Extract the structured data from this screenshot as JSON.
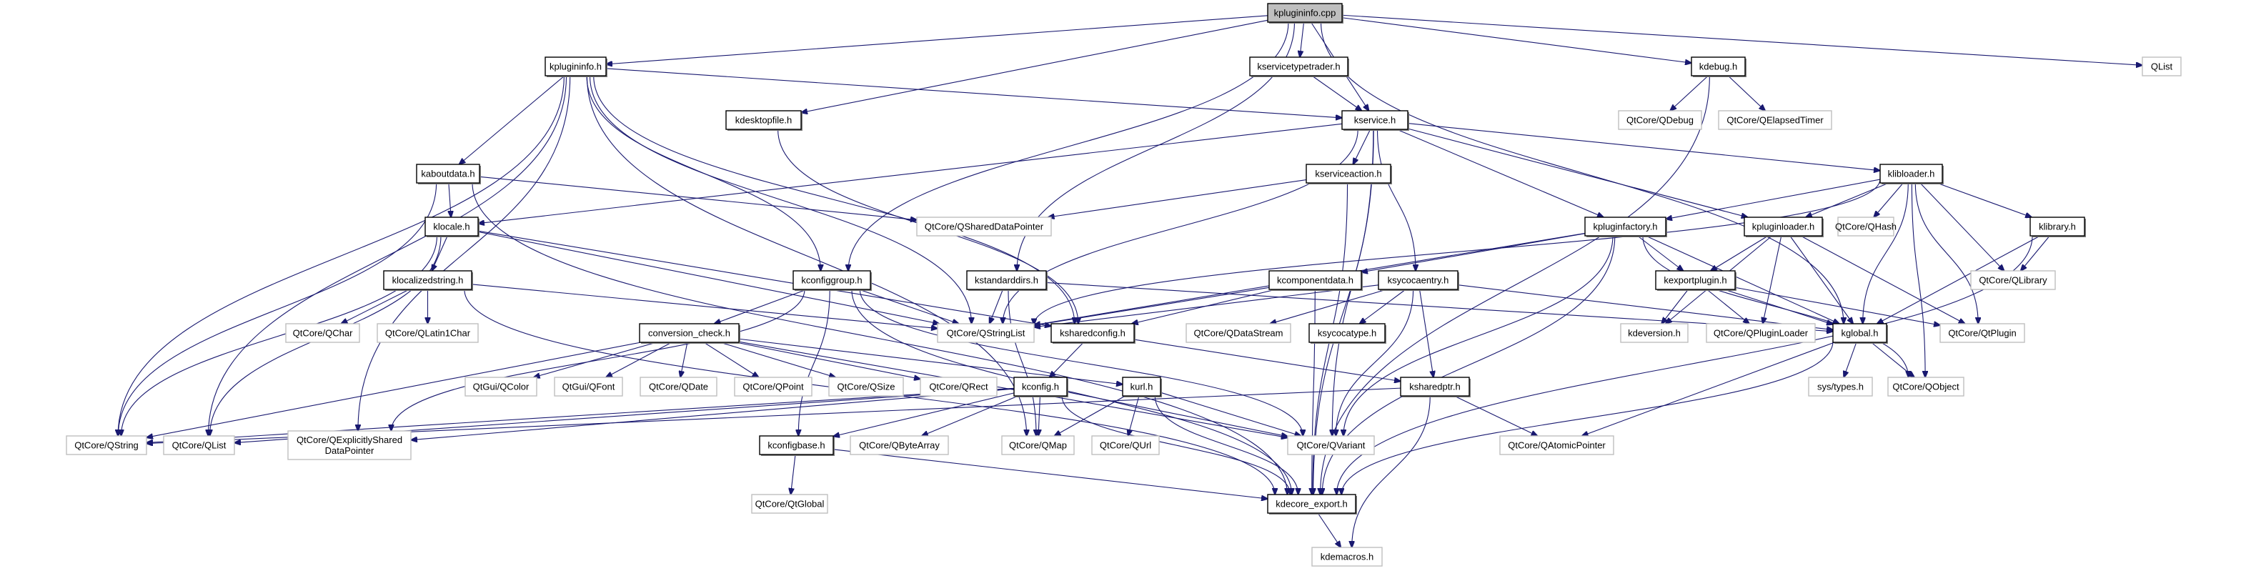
{
  "title": "kplugininfo.cpp include dependency graph",
  "colors": {
    "edge": "#191970",
    "root_fill": "#bfbfbf",
    "external_border": "#bfbfbf",
    "local_border": "#000000"
  },
  "nodes": [
    {
      "id": "kplugininfo_cpp",
      "label": "kplugininfo.cpp",
      "kind": "root",
      "row": 0
    },
    {
      "id": "kplugininfo_h",
      "label": "kplugininfo.h",
      "kind": "local",
      "row": 1
    },
    {
      "id": "kservicetypetrader_h",
      "label": "kservicetypetrader.h",
      "kind": "local",
      "row": 1
    },
    {
      "id": "kdebug_h",
      "label": "kdebug.h",
      "kind": "local",
      "row": 1
    },
    {
      "id": "QList_top",
      "label": "QList",
      "kind": "external",
      "row": 1
    },
    {
      "id": "kdesktopfile_h",
      "label": "kdesktopfile.h",
      "kind": "local",
      "row": 2
    },
    {
      "id": "kservice_h",
      "label": "kservice.h",
      "kind": "local",
      "row": 2
    },
    {
      "id": "QDebug",
      "label": "QtCore/QDebug",
      "kind": "external",
      "row": 2
    },
    {
      "id": "QElapsedTimer",
      "label": "QtCore/QElapsedTimer",
      "kind": "external",
      "row": 2
    },
    {
      "id": "kaboutdata_h",
      "label": "kaboutdata.h",
      "kind": "local",
      "row": 3
    },
    {
      "id": "kserviceaction_h",
      "label": "kserviceaction.h",
      "kind": "local",
      "row": 3
    },
    {
      "id": "klibloader_h",
      "label": "klibloader.h",
      "kind": "local",
      "row": 3
    },
    {
      "id": "klocale_h",
      "label": "klocale.h",
      "kind": "local",
      "row": 4
    },
    {
      "id": "QSharedDataPointer",
      "label": "QtCore/QSharedDataPointer",
      "kind": "external",
      "row": 4
    },
    {
      "id": "kpluginfactory_h",
      "label": "kpluginfactory.h",
      "kind": "local",
      "row": 4
    },
    {
      "id": "kpluginloader_h",
      "label": "kpluginloader.h",
      "kind": "local",
      "row": 4
    },
    {
      "id": "QHash",
      "label": "QtCore/QHash",
      "kind": "external",
      "row": 4
    },
    {
      "id": "klibrary_h",
      "label": "klibrary.h",
      "kind": "local",
      "row": 4
    },
    {
      "id": "klocalizedstring_h",
      "label": "klocalizedstring.h",
      "kind": "local",
      "row": 5
    },
    {
      "id": "kconfiggroup_h",
      "label": "kconfiggroup.h",
      "kind": "local",
      "row": 5
    },
    {
      "id": "kstandarddirs_h",
      "label": "kstandarddirs.h",
      "kind": "local",
      "row": 5
    },
    {
      "id": "kcomponentdata_h",
      "label": "kcomponentdata.h",
      "kind": "local",
      "row": 5
    },
    {
      "id": "ksycocaentry_h",
      "label": "ksycocaentry.h",
      "kind": "local",
      "row": 5
    },
    {
      "id": "kexportplugin_h",
      "label": "kexportplugin.h",
      "kind": "local",
      "row": 5
    },
    {
      "id": "QLibrary",
      "label": "QtCore/QLibrary",
      "kind": "external",
      "row": 5
    },
    {
      "id": "QChar",
      "label": "QtCore/QChar",
      "kind": "external",
      "row": 6
    },
    {
      "id": "QLatin1Char",
      "label": "QtCore/QLatin1Char",
      "kind": "external",
      "row": 6
    },
    {
      "id": "conversion_check_h",
      "label": "conversion_check.h",
      "kind": "local",
      "row": 6
    },
    {
      "id": "QStringList",
      "label": "QtCore/QStringList",
      "kind": "external",
      "row": 6
    },
    {
      "id": "ksharedconfig_h",
      "label": "ksharedconfig.h",
      "kind": "local",
      "row": 6
    },
    {
      "id": "QDataStream",
      "label": "QtCore/QDataStream",
      "kind": "external",
      "row": 6
    },
    {
      "id": "ksycocatype_h",
      "label": "ksycocatype.h",
      "kind": "local",
      "row": 6
    },
    {
      "id": "kdeversion_h",
      "label": "kdeversion.h",
      "kind": "external",
      "row": 6
    },
    {
      "id": "QPluginLoader",
      "label": "QtCore/QPluginLoader",
      "kind": "external",
      "row": 6
    },
    {
      "id": "kglobal_h",
      "label": "kglobal.h",
      "kind": "local",
      "row": 6
    },
    {
      "id": "QtPlugin",
      "label": "QtCore/QtPlugin",
      "kind": "external",
      "row": 6
    },
    {
      "id": "QColor",
      "label": "QtGui/QColor",
      "kind": "external",
      "row": 7
    },
    {
      "id": "QFont",
      "label": "QtGui/QFont",
      "kind": "external",
      "row": 7
    },
    {
      "id": "QDate",
      "label": "QtCore/QDate",
      "kind": "external",
      "row": 7
    },
    {
      "id": "QPoint",
      "label": "QtCore/QPoint",
      "kind": "external",
      "row": 7
    },
    {
      "id": "QSize",
      "label": "QtCore/QSize",
      "kind": "external",
      "row": 7
    },
    {
      "id": "QRect",
      "label": "QtCore/QRect",
      "kind": "external",
      "row": 7
    },
    {
      "id": "kconfig_h",
      "label": "kconfig.h",
      "kind": "local",
      "row": 7
    },
    {
      "id": "kurl_h",
      "label": "kurl.h",
      "kind": "local",
      "row": 7
    },
    {
      "id": "ksharedptr_h",
      "label": "ksharedptr.h",
      "kind": "local",
      "row": 7
    },
    {
      "id": "sys_types_h",
      "label": "sys/types.h",
      "kind": "external",
      "row": 7
    },
    {
      "id": "QObject",
      "label": "QtCore/QObject",
      "kind": "external",
      "row": 7
    },
    {
      "id": "QString",
      "label": "QtCore/QString",
      "kind": "external",
      "row": 8
    },
    {
      "id": "QList",
      "label": "QtCore/QList",
      "kind": "external",
      "row": 8
    },
    {
      "id": "QExplicitlySharedDataPointer",
      "label": "QtCore/QExplicitlyShared\nDataPointer",
      "kind": "external",
      "row": 8
    },
    {
      "id": "kconfigbase_h",
      "label": "kconfigbase.h",
      "kind": "local",
      "row": 8
    },
    {
      "id": "QByteArray",
      "label": "QtCore/QByteArray",
      "kind": "external",
      "row": 8
    },
    {
      "id": "QMap",
      "label": "QtCore/QMap",
      "kind": "external",
      "row": 8
    },
    {
      "id": "QUrl",
      "label": "QtCore/QUrl",
      "kind": "external",
      "row": 8
    },
    {
      "id": "QVariant",
      "label": "QtCore/QVariant",
      "kind": "external",
      "row": 8
    },
    {
      "id": "QAtomicPointer",
      "label": "QtCore/QAtomicPointer",
      "kind": "external",
      "row": 8
    },
    {
      "id": "QtGlobal",
      "label": "QtCore/QtGlobal",
      "kind": "external",
      "row": 9
    },
    {
      "id": "kdecore_export_h",
      "label": "kdecore_export.h",
      "kind": "local",
      "row": 9
    },
    {
      "id": "kdemacros_h",
      "label": "kdemacros.h",
      "kind": "external",
      "row": 10
    }
  ],
  "edges": [
    [
      "kplugininfo_cpp",
      "kplugininfo_h"
    ],
    [
      "kplugininfo_cpp",
      "kservicetypetrader_h"
    ],
    [
      "kplugininfo_cpp",
      "kdebug_h"
    ],
    [
      "kplugininfo_cpp",
      "QList_top"
    ],
    [
      "kplugininfo_cpp",
      "kdesktopfile_h"
    ],
    [
      "kplugininfo_cpp",
      "kservice_h"
    ],
    [
      "kplugininfo_cpp",
      "kconfiggroup_h"
    ],
    [
      "kplugininfo_cpp",
      "kstandarddirs_h"
    ],
    [
      "kplugininfo_cpp",
      "kglobal_h"
    ],
    [
      "kplugininfo_h",
      "kaboutdata_h"
    ],
    [
      "kplugininfo_h",
      "kservice_h"
    ],
    [
      "kplugininfo_h",
      "kconfiggroup_h"
    ],
    [
      "kplugininfo_h",
      "QStringList"
    ],
    [
      "kplugininfo_h",
      "QString"
    ],
    [
      "kplugininfo_h",
      "QList"
    ],
    [
      "kplugininfo_h",
      "QExplicitlySharedDataPointer"
    ],
    [
      "kplugininfo_h",
      "QMap"
    ],
    [
      "kplugininfo_h",
      "ksharedconfig_h"
    ],
    [
      "kservicetypetrader_h",
      "kservice_h"
    ],
    [
      "kdebug_h",
      "QDebug"
    ],
    [
      "kdebug_h",
      "QElapsedTimer"
    ],
    [
      "kdebug_h",
      "kdecore_export_h"
    ],
    [
      "kdesktopfile_h",
      "ksharedconfig_h"
    ],
    [
      "kservice_h",
      "kserviceaction_h"
    ],
    [
      "kservice_h",
      "klibloader_h"
    ],
    [
      "kservice_h",
      "kpluginfactory_h"
    ],
    [
      "kservice_h",
      "kpluginloader_h"
    ],
    [
      "kservice_h",
      "ksycocaentry_h"
    ],
    [
      "kservice_h",
      "klocale_h"
    ],
    [
      "kservice_h",
      "QStringList"
    ],
    [
      "kservice_h",
      "QVariant"
    ],
    [
      "kservice_h",
      "kdecore_export_h"
    ],
    [
      "kaboutdata_h",
      "klocale_h"
    ],
    [
      "kaboutdata_h",
      "QSharedDataPointer"
    ],
    [
      "kaboutdata_h",
      "QString"
    ],
    [
      "kaboutdata_h",
      "kdecore_export_h"
    ],
    [
      "kserviceaction_h",
      "QSharedDataPointer"
    ],
    [
      "kserviceaction_h",
      "kdecore_export_h"
    ],
    [
      "klibloader_h",
      "kpluginfactory_h"
    ],
    [
      "klibloader_h",
      "kpluginloader_h"
    ],
    [
      "klibloader_h",
      "QHash"
    ],
    [
      "klibloader_h",
      "klibrary_h"
    ],
    [
      "klibloader_h",
      "QLibrary"
    ],
    [
      "klibloader_h",
      "kglobal_h"
    ],
    [
      "klibloader_h",
      "QtPlugin"
    ],
    [
      "klibloader_h",
      "QObject"
    ],
    [
      "klibloader_h",
      "QStringList"
    ],
    [
      "klocale_h",
      "klocalizedstring_h"
    ],
    [
      "klocale_h",
      "QString"
    ],
    [
      "klocale_h",
      "QList"
    ],
    [
      "klocale_h",
      "ksharedconfig_h"
    ],
    [
      "klocale_h",
      "QStringList"
    ],
    [
      "kpluginfactory_h",
      "kcomponentdata_h"
    ],
    [
      "kpluginfactory_h",
      "kexportplugin_h"
    ],
    [
      "kpluginfactory_h",
      "kglobal_h"
    ],
    [
      "kpluginfactory_h",
      "QStringList"
    ],
    [
      "kpluginfactory_h",
      "QVariant"
    ],
    [
      "kpluginfactory_h",
      "QObject"
    ],
    [
      "kpluginfactory_h",
      "kdecore_export_h"
    ],
    [
      "kpluginloader_h",
      "kexportplugin_h"
    ],
    [
      "kpluginloader_h",
      "kglobal_h"
    ],
    [
      "kpluginloader_h",
      "QPluginLoader"
    ],
    [
      "kpluginloader_h",
      "QtPlugin"
    ],
    [
      "kpluginloader_h",
      "kdeversion_h"
    ],
    [
      "klibrary_h",
      "QLibrary"
    ],
    [
      "klibrary_h",
      "kglobal_h"
    ],
    [
      "klibrary_h",
      "kdecore_export_h"
    ],
    [
      "klocalizedstring_h",
      "QChar"
    ],
    [
      "klocalizedstring_h",
      "QLatin1Char"
    ],
    [
      "klocalizedstring_h",
      "QStringList"
    ],
    [
      "klocalizedstring_h",
      "kdecore_export_h"
    ],
    [
      "kconfiggroup_h",
      "conversion_check_h"
    ],
    [
      "kconfiggroup_h",
      "QStringList"
    ],
    [
      "kconfiggroup_h",
      "kconfigbase_h"
    ],
    [
      "kconfiggroup_h",
      "QExplicitlySharedDataPointer"
    ],
    [
      "kconfiggroup_h",
      "QVariant"
    ],
    [
      "kconfiggroup_h",
      "kdecore_export_h"
    ],
    [
      "kstandarddirs_h",
      "QStringList"
    ],
    [
      "kstandarddirs_h",
      "kglobal_h"
    ],
    [
      "kstandarddirs_h",
      "QMap"
    ],
    [
      "kcomponentdata_h",
      "ksharedconfig_h"
    ],
    [
      "kcomponentdata_h",
      "QStringList"
    ],
    [
      "kcomponentdata_h",
      "kdecore_export_h"
    ],
    [
      "ksycocaentry_h",
      "ksycocatype_h"
    ],
    [
      "ksycocaentry_h",
      "ksharedptr_h"
    ],
    [
      "ksycocaentry_h",
      "QDataStream"
    ],
    [
      "ksycocaentry_h",
      "QStringList"
    ],
    [
      "ksycocaentry_h",
      "QVariant"
    ],
    [
      "ksycocaentry_h",
      "kglobal_h"
    ],
    [
      "kexportplugin_h",
      "kdeversion_h"
    ],
    [
      "kexportplugin_h",
      "QPluginLoader"
    ],
    [
      "kexportplugin_h",
      "kglobal_h"
    ],
    [
      "kexportplugin_h",
      "QtPlugin"
    ],
    [
      "conversion_check_h",
      "QColor"
    ],
    [
      "conversion_check_h",
      "QFont"
    ],
    [
      "conversion_check_h",
      "QDate"
    ],
    [
      "conversion_check_h",
      "QPoint"
    ],
    [
      "conversion_check_h",
      "QSize"
    ],
    [
      "conversion_check_h",
      "QRect"
    ],
    [
      "conversion_check_h",
      "kurl_h"
    ],
    [
      "conversion_check_h",
      "QVariant"
    ],
    [
      "conversion_check_h",
      "QString"
    ],
    [
      "ksharedconfig_h",
      "kconfig_h"
    ],
    [
      "ksharedconfig_h",
      "ksharedptr_h"
    ],
    [
      "kglobal_h",
      "sys_types_h"
    ],
    [
      "kglobal_h",
      "QObject"
    ],
    [
      "kglobal_h",
      "QAtomicPointer"
    ],
    [
      "kglobal_h",
      "kdecore_export_h"
    ],
    [
      "kconfig_h",
      "kconfigbase_h"
    ],
    [
      "kconfig_h",
      "QByteArray"
    ],
    [
      "kconfig_h",
      "QMap"
    ],
    [
      "kconfig_h",
      "QVariant"
    ],
    [
      "kconfig_h",
      "QString"
    ],
    [
      "kconfig_h",
      "QList"
    ],
    [
      "kconfig_h",
      "QExplicitlySharedDataPointer"
    ],
    [
      "kconfig_h",
      "kdecore_export_h"
    ],
    [
      "kurl_h",
      "QMap"
    ],
    [
      "kurl_h",
      "QUrl"
    ],
    [
      "kurl_h",
      "QVariant"
    ],
    [
      "kurl_h",
      "kdecore_export_h"
    ],
    [
      "ksharedptr_h",
      "QAtomicPointer"
    ],
    [
      "ksharedptr_h",
      "kdemacros_h"
    ],
    [
      "ksharedptr_h",
      "QString"
    ],
    [
      "kconfigbase_h",
      "QtGlobal"
    ],
    [
      "kconfigbase_h",
      "kdecore_export_h"
    ],
    [
      "kdecore_export_h",
      "kdemacros_h"
    ]
  ]
}
